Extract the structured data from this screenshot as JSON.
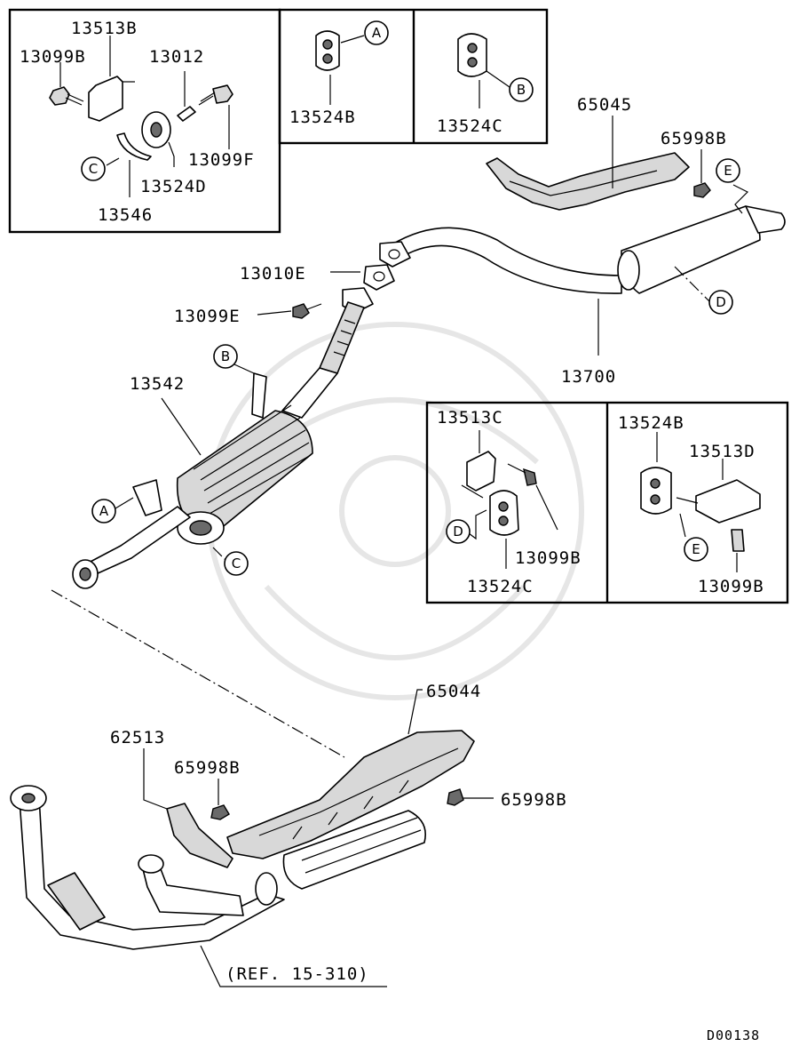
{
  "diagram": {
    "callouts": {
      "A": "A",
      "B": "B",
      "C": "C",
      "D": "D",
      "E": "E"
    },
    "part_numbers": {
      "p13513B": "13513B",
      "p13099B_top": "13099B",
      "p13012": "13012",
      "p13099F": "13099F",
      "p13524D": "13524D",
      "p13546": "13546",
      "p13524B_a": "13524B",
      "p13524C_b": "13524C",
      "p65045": "65045",
      "p65998B_top": "65998B",
      "p13010E": "13010E",
      "p13099E": "13099E",
      "p13542": "13542",
      "p13700": "13700",
      "p13513C": "13513C",
      "p13099B_mid": "13099B",
      "p13524C_mid": "13524C",
      "p13524B_mid": "13524B",
      "p13513D": "13513D",
      "p13099B_right": "13099B",
      "p65044": "65044",
      "p62513": "62513",
      "p65998B_mid": "65998B",
      "p65998B_right": "65998B",
      "ref": "(REF. 15-310)"
    },
    "footer_code": "D00138"
  }
}
